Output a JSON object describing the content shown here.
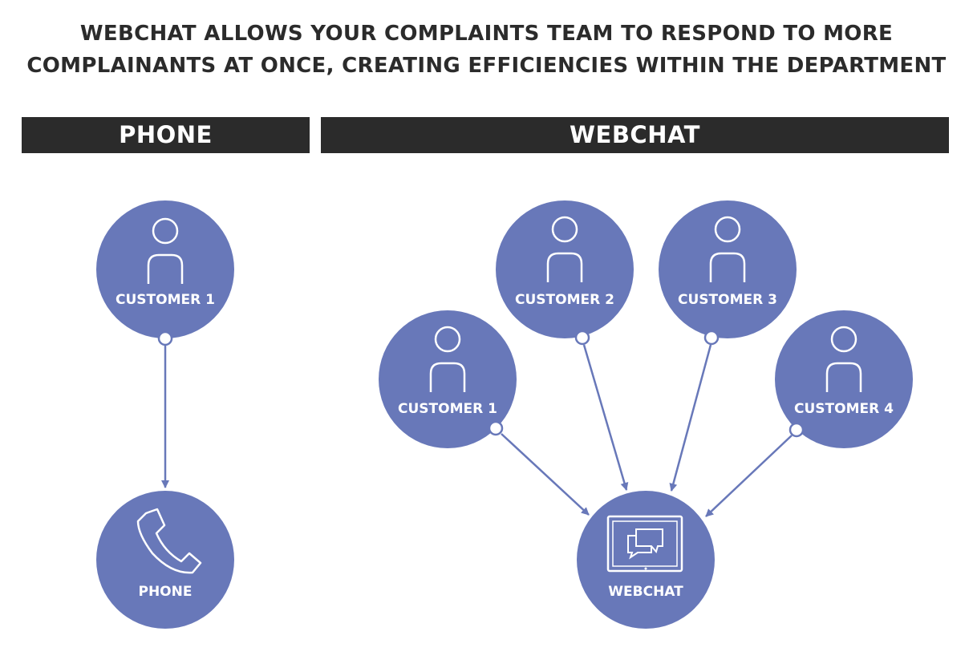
{
  "title": {
    "line1": "WEBCHAT ALLOWS YOUR COMPLAINTS TEAM TO RESPOND TO MORE",
    "line2": "COMPLAINANTS AT ONCE, CREATING EFFICIENCIES WITHIN THE DEPARTMENT"
  },
  "sections": {
    "phone": "PHONE",
    "webchat": "WEBCHAT"
  },
  "phone_side": {
    "customer": "CUSTOMER 1",
    "channel": "PHONE"
  },
  "webchat_side": {
    "customers": [
      "CUSTOMER 1",
      "CUSTOMER 2",
      "CUSTOMER 3",
      "CUSTOMER 4"
    ],
    "channel": "WEBCHAT"
  },
  "colors": {
    "node_fill": "#6878b9",
    "header_bar": "#2b2b2b",
    "title_text": "#2b2b2b",
    "icon_stroke": "#ffffff"
  },
  "icons": {
    "customer": "person-icon",
    "phone": "phone-handset-icon",
    "webchat": "chat-bubbles-monitor-icon"
  }
}
